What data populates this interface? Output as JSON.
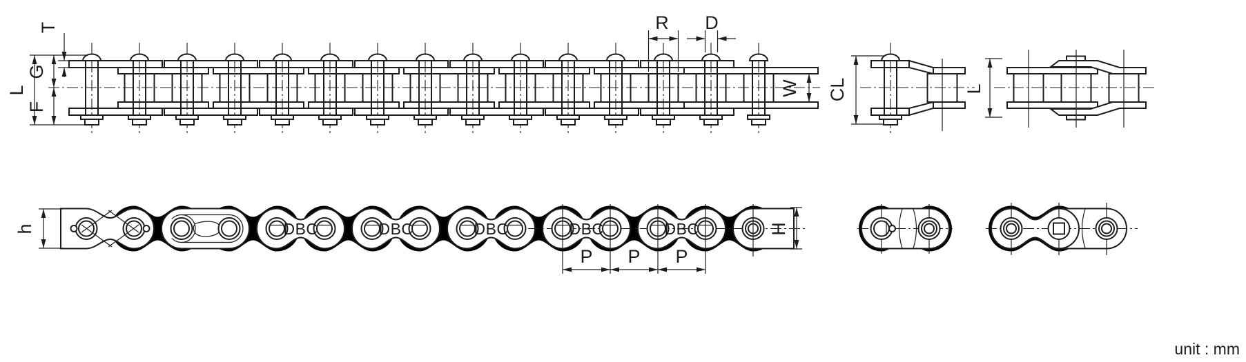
{
  "drawing": {
    "type": "roller-chain dimensional engineering drawing",
    "colors": {
      "ink": "#1c1c1c",
      "paper": "#ffffff"
    },
    "unit_note": "unit : mm",
    "brand_stamp": "DBC",
    "dims": {
      "T": "T",
      "L": "L",
      "G": "G",
      "F": "F",
      "R": "R",
      "D": "D",
      "W": "W",
      "CL": "CL",
      "L_link": "L",
      "h": "h",
      "H": "H",
      "P": "P"
    }
  }
}
